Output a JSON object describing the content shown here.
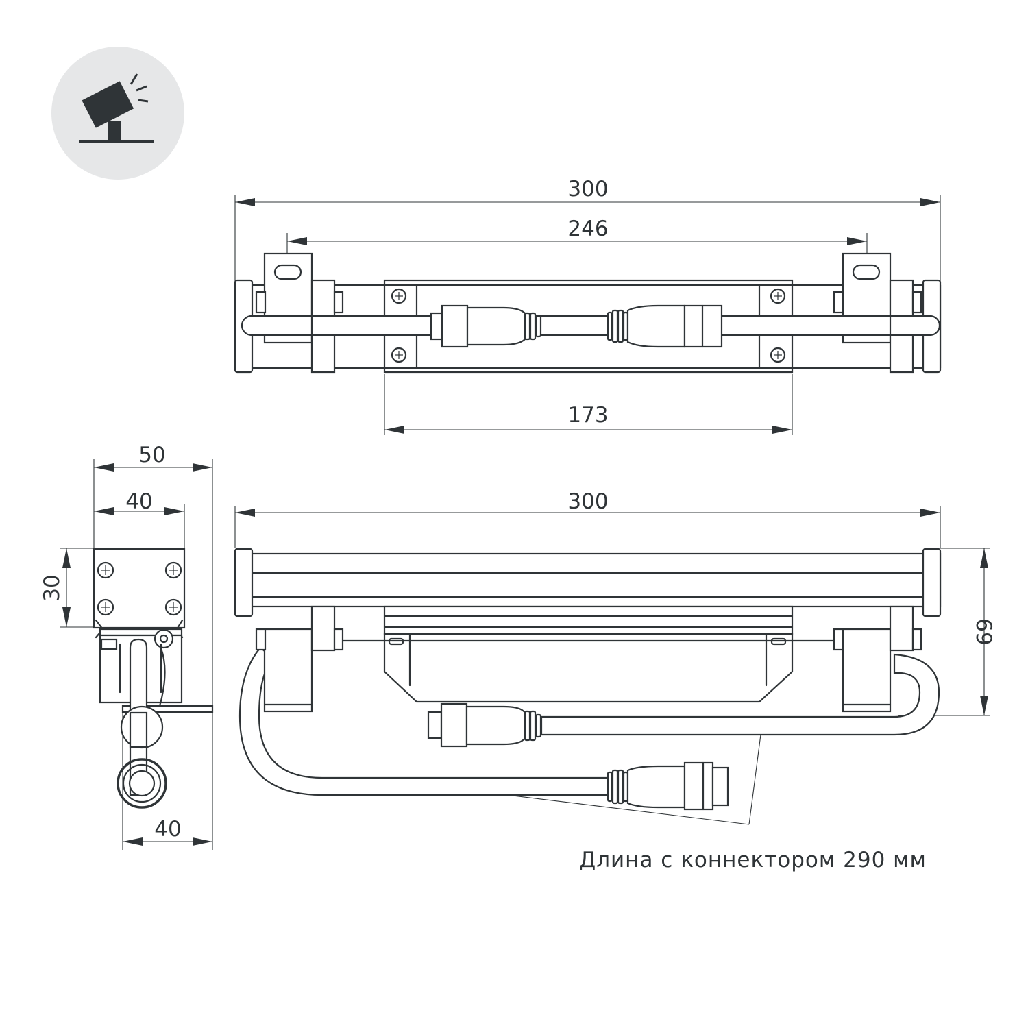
{
  "icon": {
    "name": "floodlight-mounting-icon",
    "bg_color": "#e6e7e8",
    "ink_color": "#2f3437"
  },
  "dimensions": {
    "top_total_length": "300",
    "top_bracket_spacing": "246",
    "top_driver_length": "173",
    "side_total_length": "300",
    "side_height": "69",
    "end_width": "50",
    "end_body_width": "40",
    "end_body_height": "30",
    "end_bottom_width": "40"
  },
  "note": "Длина с коннектором 290 мм",
  "colors": {
    "ink": "#2f3437",
    "background": "#ffffff"
  }
}
